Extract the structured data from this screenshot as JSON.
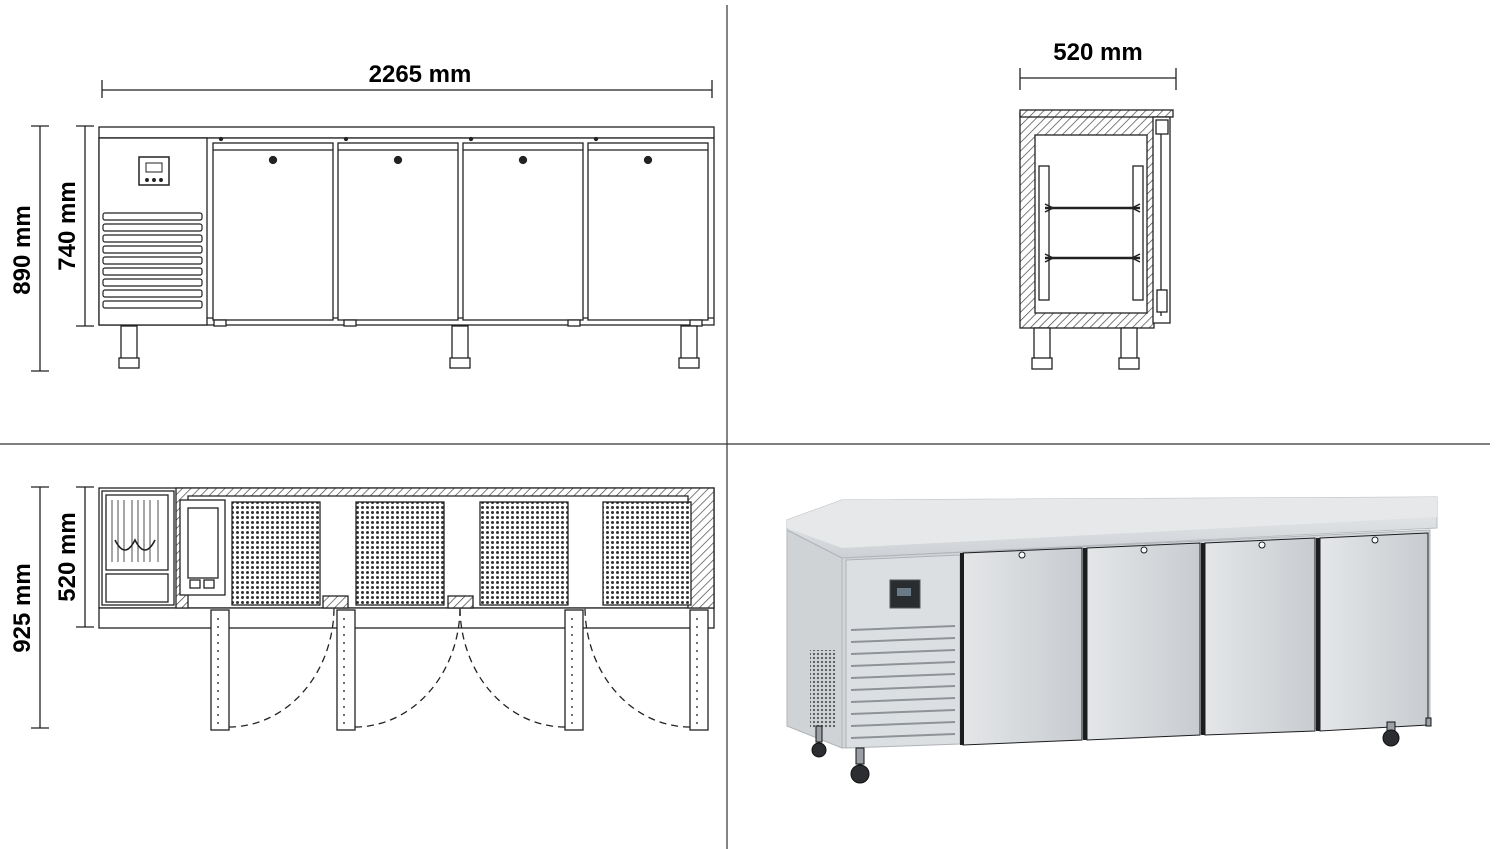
{
  "dimensions": {
    "front_width": "2265 mm",
    "front_total_height": "890 mm",
    "front_body_height": "740 mm",
    "side_depth": "520 mm",
    "plan_depth_doors_open": "925 mm",
    "plan_depth": "520 mm"
  },
  "colors": {
    "line": "#222222",
    "steel_light": "#dfe2e5",
    "steel_mid": "#c4c8cc",
    "steel_dark": "#9aa0a6"
  }
}
